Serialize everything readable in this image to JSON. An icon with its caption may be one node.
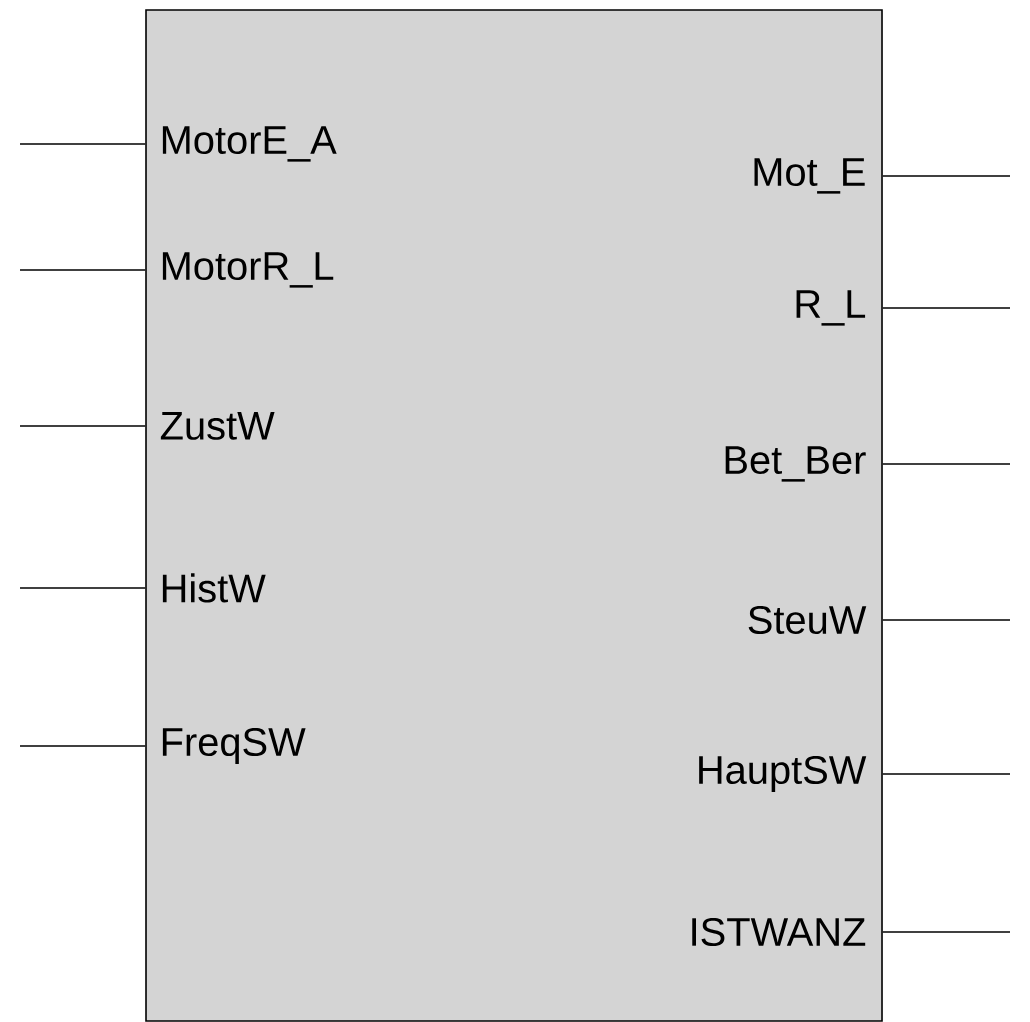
{
  "diagram": {
    "nodes": [
      {
        "text": [],
        "shape": "box"
      },
      {
        "text": [
          "MotorE_A"
        ],
        "in": 0
      },
      {
        "text": [
          "MotorR_L"
        ],
        "in": 0
      },
      {
        "text": [
          "ZustW"
        ],
        "in": 0
      },
      {
        "text": [
          "HistW"
        ],
        "in": 0
      },
      {
        "text": [
          "FreqSW"
        ],
        "in": 0
      },
      {
        "text": [
          "Mot_E"
        ],
        "in": 0
      },
      {
        "text": [
          "R_L"
        ],
        "in": 0
      },
      {
        "text": [
          "Bet_Ber"
        ],
        "in": 0
      },
      {
        "text": [
          "SteuW"
        ],
        "in": 0
      },
      {
        "text": [
          "HauptSW"
        ],
        "in": 0
      },
      {
        "text": [
          "ISTWANZ"
        ],
        "in": 0
      }
    ],
    "edges": [
      {
        "from": null,
        "to": 1,
        "arrow": "none"
      },
      {
        "from": null,
        "to": 2,
        "arrow": "none"
      },
      {
        "from": null,
        "to": 3,
        "arrow": "none"
      },
      {
        "from": null,
        "to": 4,
        "arrow": "none"
      },
      {
        "from": null,
        "to": 5,
        "arrow": "none"
      },
      {
        "from": 6,
        "to": null,
        "arrow": "none"
      },
      {
        "from": 7,
        "to": null,
        "arrow": "none"
      },
      {
        "from": 8,
        "to": null,
        "arrow": "none"
      },
      {
        "from": 9,
        "to": null,
        "arrow": "none"
      },
      {
        "from": 10,
        "to": null,
        "arrow": "none"
      },
      {
        "from": 11,
        "to": null,
        "arrow": "none"
      }
    ]
  }
}
